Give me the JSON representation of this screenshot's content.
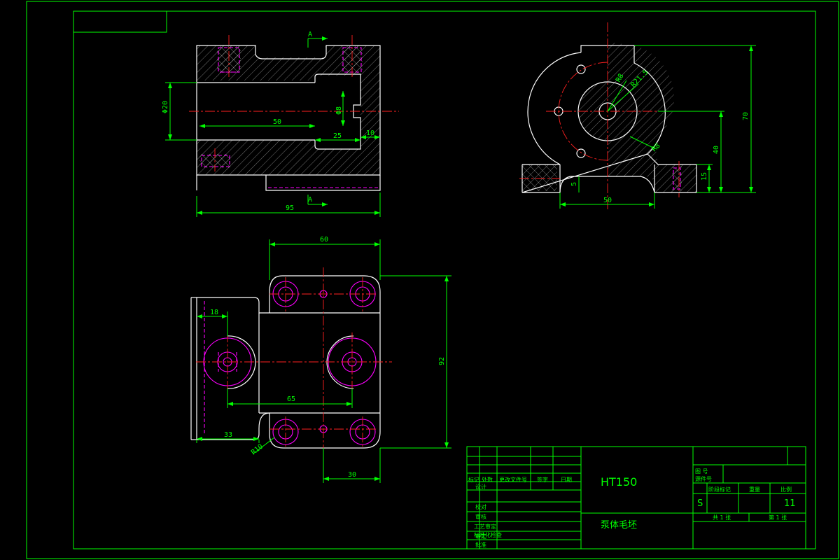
{
  "drawing": {
    "material": "HT150",
    "part_name": "泵体毛坯",
    "section_mark": "A",
    "scale_label": "S",
    "sheet_number": "11",
    "colors": {
      "background": "#000000",
      "frame": "#00ff00",
      "outline": "#ffffff",
      "centerline": "#ff2020",
      "hidden": "#ff00ff"
    }
  },
  "dimensions": {
    "front": {
      "width": "95",
      "bore": "Φ20",
      "inner_depth": "50",
      "step": "25",
      "wall": "10",
      "port": "Φ8"
    },
    "side": {
      "r_inner": "R8",
      "r_pcd": "R21.5",
      "r_outer": "R8",
      "height_total": "70",
      "height_center": "40",
      "foot": "15",
      "foot_small": "5",
      "base_width": "50"
    },
    "top": {
      "width": "60",
      "height": "92",
      "left_offset": "18",
      "center_dist": "65",
      "left_width": "33",
      "corner_radius": "R10",
      "bottom_offset": "30"
    }
  },
  "title_block": {
    "header_cells": [
      "标记",
      "处数",
      "更改文件号",
      "签字",
      "日期"
    ],
    "role_rows": [
      "设计",
      "校对",
      "审核",
      "工艺审定",
      "标准化检查",
      "审定",
      "批准"
    ],
    "right_labels": {
      "drawing_no": "图 号",
      "material_code": "源件号",
      "stage_mark": "阶段标记",
      "weight": "重量",
      "scale": "比例"
    },
    "sheet_total": "共 1 张",
    "sheet_current": "第 1 张"
  }
}
